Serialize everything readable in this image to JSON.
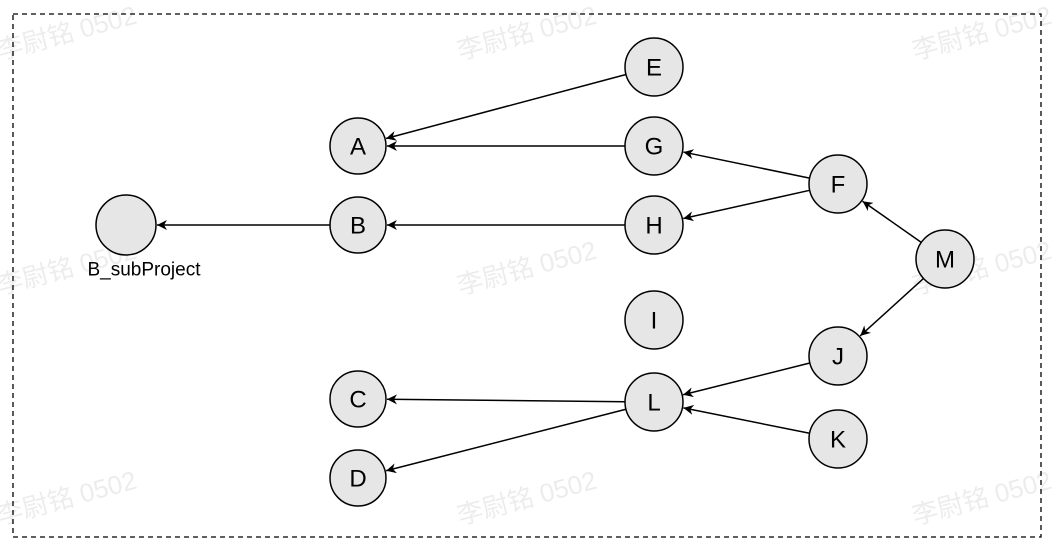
{
  "diagram": {
    "nodes": [
      {
        "id": "E",
        "label": "E"
      },
      {
        "id": "A",
        "label": "A"
      },
      {
        "id": "G",
        "label": "G"
      },
      {
        "id": "F",
        "label": "F"
      },
      {
        "id": "B",
        "label": "B"
      },
      {
        "id": "H",
        "label": "H"
      },
      {
        "id": "M",
        "label": "M"
      },
      {
        "id": "I",
        "label": "I"
      },
      {
        "id": "J",
        "label": "J"
      },
      {
        "id": "C",
        "label": "C"
      },
      {
        "id": "L",
        "label": "L"
      },
      {
        "id": "K",
        "label": "K"
      },
      {
        "id": "D",
        "label": "D"
      },
      {
        "id": "BSUB",
        "label": "",
        "caption": "B_subProject"
      }
    ],
    "edges": [
      {
        "from": "E",
        "to": "A"
      },
      {
        "from": "G",
        "to": "A"
      },
      {
        "from": "F",
        "to": "G"
      },
      {
        "from": "F",
        "to": "H"
      },
      {
        "from": "H",
        "to": "B"
      },
      {
        "from": "B",
        "to": "BSUB"
      },
      {
        "from": "M",
        "to": "F"
      },
      {
        "from": "M",
        "to": "J"
      },
      {
        "from": "J",
        "to": "L"
      },
      {
        "from": "K",
        "to": "L"
      },
      {
        "from": "L",
        "to": "C"
      },
      {
        "from": "L",
        "to": "D"
      }
    ],
    "watermark": "李尉铭 0502"
  }
}
